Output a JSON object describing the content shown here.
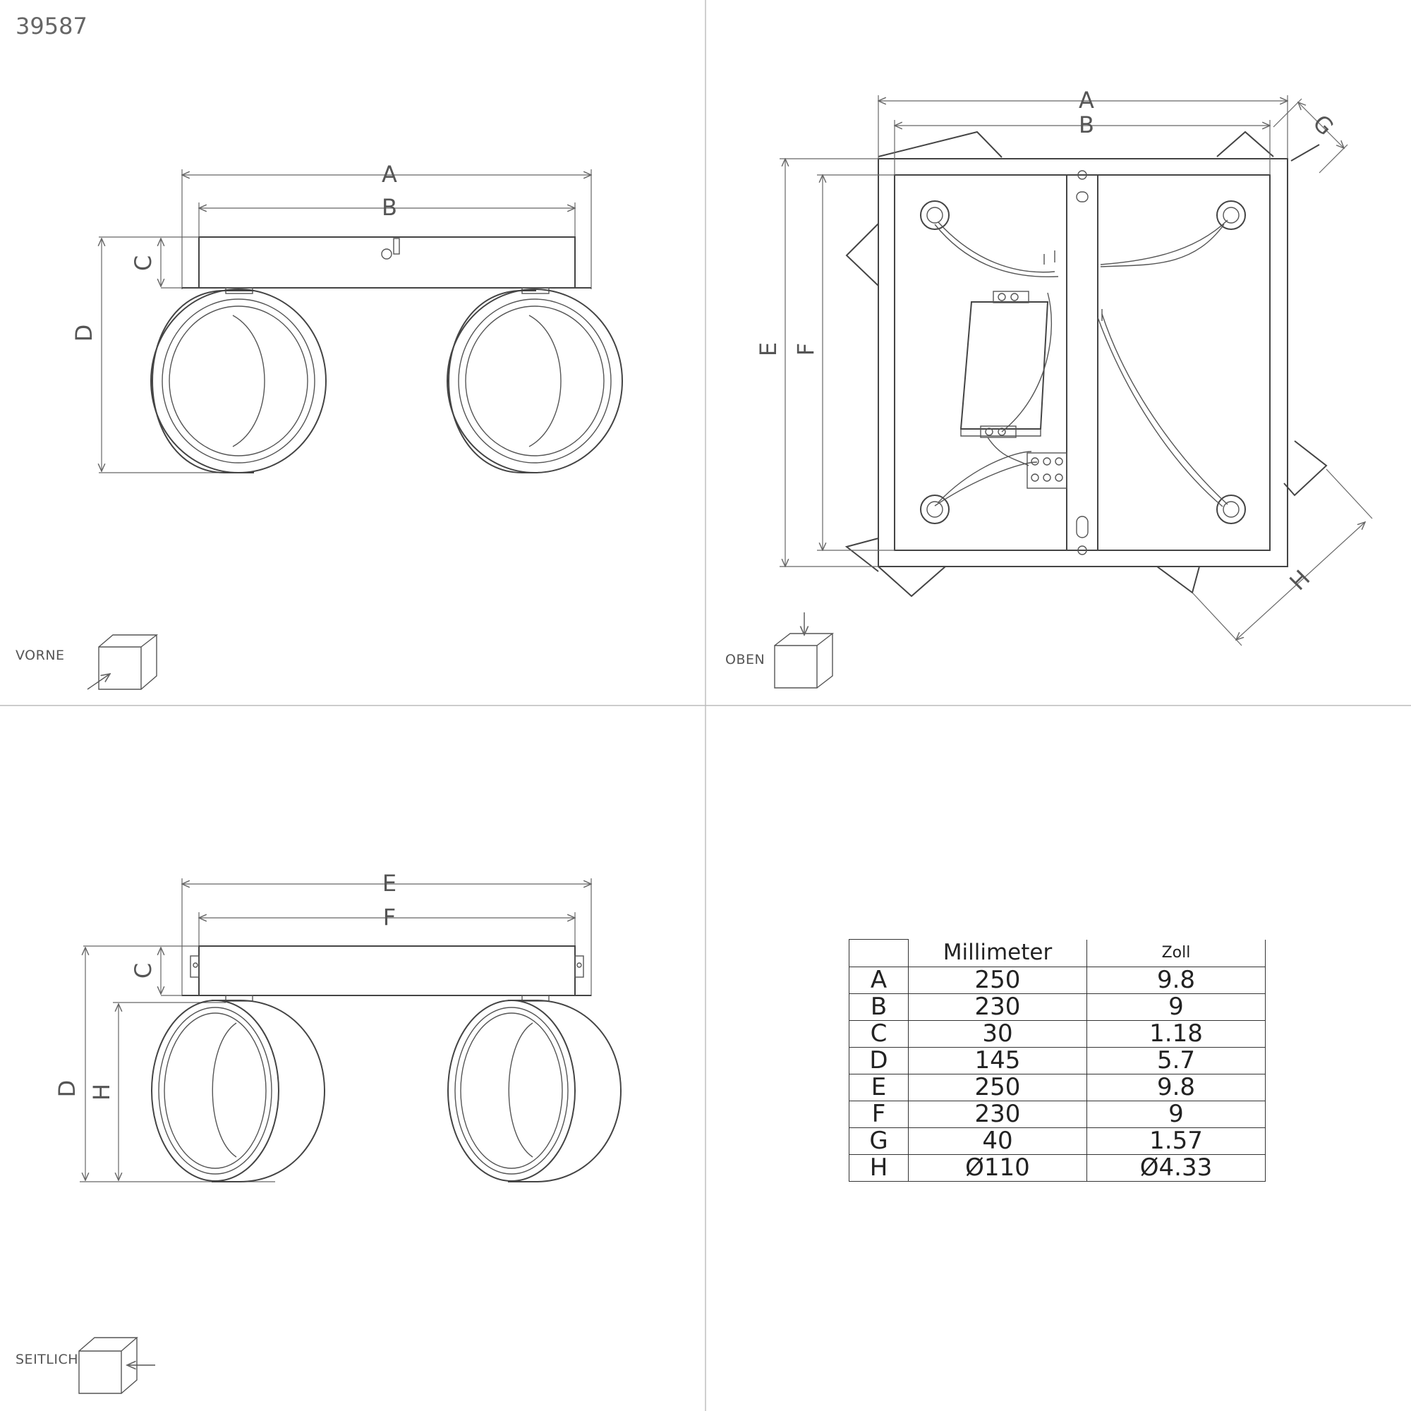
{
  "product_code": "39587",
  "views": {
    "front": "VORNE",
    "top": "OBEN",
    "side": "SEITLICH"
  },
  "dimension_labels": {
    "front": [
      "A",
      "B",
      "C",
      "D"
    ],
    "top": [
      "A",
      "B",
      "G",
      "E",
      "F",
      "H"
    ],
    "side": [
      "E",
      "F",
      "C",
      "D",
      "H"
    ]
  },
  "table": {
    "headers": {
      "mm": "Millimeter",
      "inch": "Zoll"
    },
    "rows": [
      {
        "key": "A",
        "mm": "250",
        "inch": "9.8"
      },
      {
        "key": "B",
        "mm": "230",
        "inch": "9"
      },
      {
        "key": "C",
        "mm": "30",
        "inch": "1.18"
      },
      {
        "key": "D",
        "mm": "145",
        "inch": "5.7"
      },
      {
        "key": "E",
        "mm": "250",
        "inch": "9.8"
      },
      {
        "key": "F",
        "mm": "230",
        "inch": "9"
      },
      {
        "key": "G",
        "mm": "40",
        "inch": "1.57"
      },
      {
        "key": "H",
        "mm": "Ø110",
        "inch": "Ø4.33"
      }
    ]
  }
}
